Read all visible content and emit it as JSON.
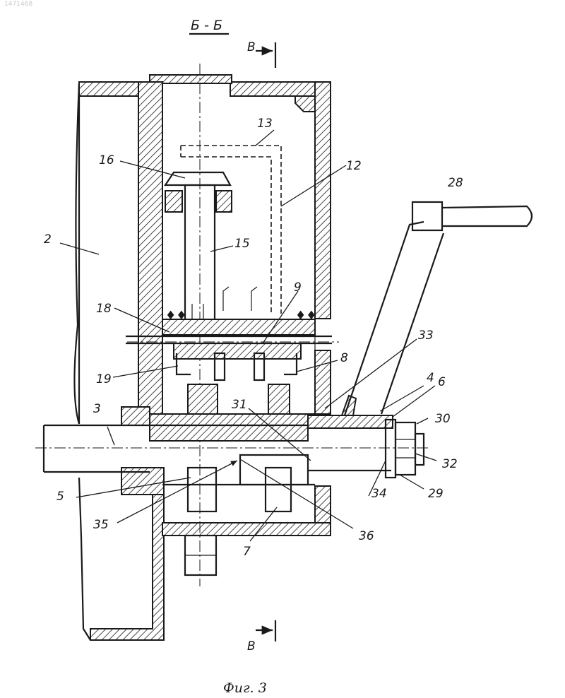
{
  "document": {
    "stamp": "1471468",
    "section_title": "Б - Б",
    "section_mark_top": "В",
    "section_mark_bottom": "В",
    "caption": "Фиг. 3"
  },
  "labels": [
    "2",
    "3",
    "4",
    "5",
    "6",
    "7",
    "8",
    "9",
    "12",
    "13",
    "15",
    "16",
    "18",
    "19",
    "28",
    "29",
    "30",
    "31",
    "32",
    "33",
    "34",
    "35",
    "36"
  ]
}
